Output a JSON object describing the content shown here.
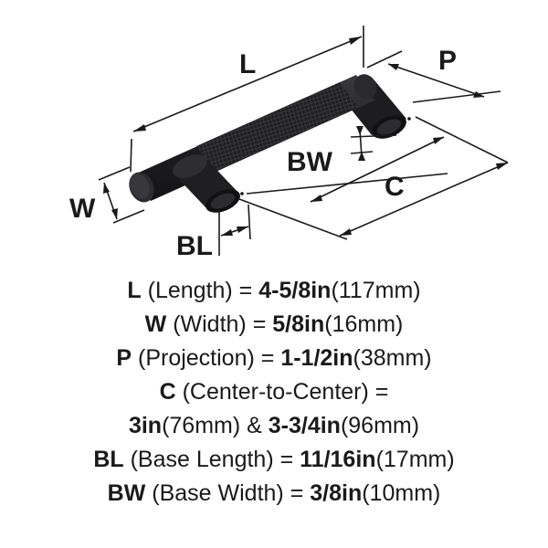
{
  "diagram": {
    "labels": {
      "L": "L",
      "P": "P",
      "W": "W",
      "BW": "BW",
      "C": "C",
      "BL": "BL"
    },
    "product_color": "#1f1f22"
  },
  "specs": [
    {
      "code": "L",
      "name": "(Length) = ",
      "imperial": "4-5/8in",
      "metric": "(117mm)"
    },
    {
      "code": "W",
      "name": "(Width) = ",
      "imperial": "5/8in",
      "metric": "(16mm)"
    },
    {
      "code": "P",
      "name": "(Projection) = ",
      "imperial": "1-1/2in",
      "metric": "(38mm)"
    },
    {
      "code": "C",
      "name": "(Center-to-Center) =",
      "imperial": "",
      "metric": ""
    },
    {
      "code": "",
      "name": "",
      "imperial": "3in",
      "metric": "(76mm) & ",
      "imperial2": "3-3/4in",
      "metric2": "(96mm)"
    },
    {
      "code": "BL",
      "name": "(Base Length) = ",
      "imperial": "11/16in",
      "metric": "(17mm)"
    },
    {
      "code": "BW",
      "name": "(Base Width) = ",
      "imperial": "3/8in",
      "metric": "(10mm)"
    }
  ]
}
